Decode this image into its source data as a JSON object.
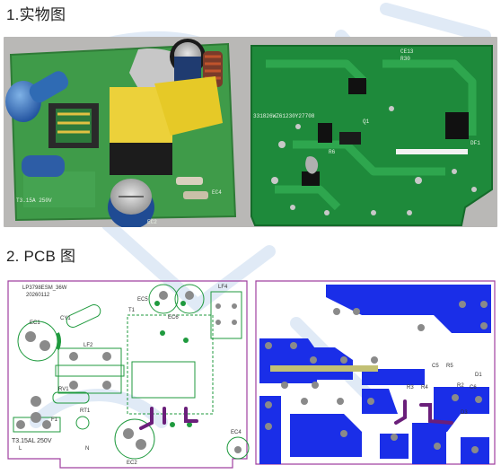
{
  "section_real_photo": {
    "title": "1.实物图"
  },
  "section_pcb": {
    "title": "2.  PCB 图"
  },
  "photo_component_board": {
    "markings": [
      "EC2",
      "EC4",
      "T3.15A 250V"
    ]
  },
  "photo_solder_side": {
    "markings": [
      "331826WZ61230Y27708",
      "CE13",
      "R30",
      "R6",
      "Q1",
      "DF1"
    ]
  },
  "pcb_layout_left": {
    "board_label": "LP3798ESM_36W",
    "date_label": "20260112",
    "refdes": [
      "EC1",
      "CY1",
      "LF2",
      "T1",
      "EC5",
      "EC6",
      "LF4",
      "RV1",
      "RT1",
      "F1",
      "EC2",
      "EC4",
      "L",
      "N"
    ],
    "fuse_label": "T3.15AL 250V"
  },
  "pcb_layout_right": {
    "refdes": [
      "C5",
      "R5",
      "R2",
      "R4",
      "R3",
      "C6",
      "D1",
      "D3"
    ]
  },
  "colors": {
    "photo_pcb_green": "#1f8a3b",
    "layout_outline": "#a040a0",
    "layout_copper": "#1a2ee8",
    "layout_pad": "#8a8a8a",
    "layout_trace_accent": "#6a1f7a"
  }
}
